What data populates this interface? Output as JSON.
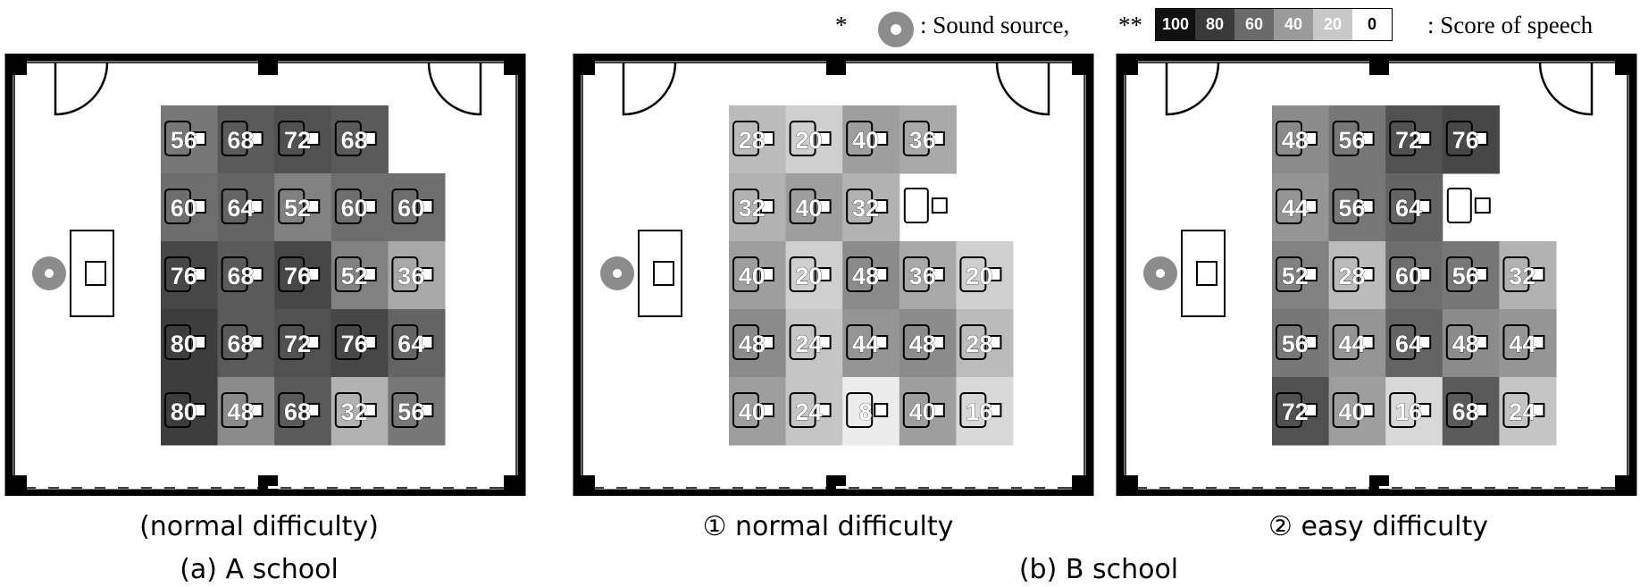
{
  "legend": {
    "source_prefix": "*",
    "source_label": ": Sound source,",
    "scale_prefix": "**",
    "scale_label": ": Score of speech",
    "scale": [
      {
        "label": "100",
        "color": "#111111",
        "text_color": "#ffffff"
      },
      {
        "label": "80",
        "color": "#3a3a3a",
        "text_color": "#ffffff"
      },
      {
        "label": "60",
        "color": "#6a6a6a",
        "text_color": "#ffffff"
      },
      {
        "label": "40",
        "color": "#9a9a9a",
        "text_color": "#ffffff"
      },
      {
        "label": "20",
        "color": "#c8c8c8",
        "text_color": "#ffffff"
      },
      {
        "label": "0",
        "color": "#ffffff",
        "text_color": "#000000"
      }
    ]
  },
  "panels": [
    {
      "id": "a",
      "caption": "(normal difficulty)",
      "grid": [
        [
          56,
          68,
          72,
          68,
          null
        ],
        [
          60,
          64,
          52,
          60,
          60
        ],
        [
          76,
          68,
          76,
          52,
          36
        ],
        [
          80,
          68,
          72,
          76,
          64
        ],
        [
          80,
          48,
          68,
          32,
          56
        ]
      ]
    },
    {
      "id": "b1",
      "caption": "① normal difficulty",
      "grid": [
        [
          28,
          20,
          40,
          36,
          null
        ],
        [
          32,
          40,
          32,
          "empty",
          null
        ],
        [
          40,
          20,
          48,
          36,
          20
        ],
        [
          48,
          24,
          44,
          48,
          28
        ],
        [
          40,
          24,
          8,
          40,
          16
        ]
      ]
    },
    {
      "id": "b2",
      "caption": "② easy difficulty",
      "grid": [
        [
          48,
          56,
          72,
          76,
          null
        ],
        [
          44,
          56,
          64,
          "empty",
          null
        ],
        [
          52,
          28,
          60,
          56,
          32
        ],
        [
          56,
          44,
          64,
          48,
          44
        ],
        [
          72,
          40,
          16,
          68,
          24
        ]
      ]
    }
  ],
  "school_labels": {
    "a": "(a) A school",
    "b": "(b) B school"
  }
}
